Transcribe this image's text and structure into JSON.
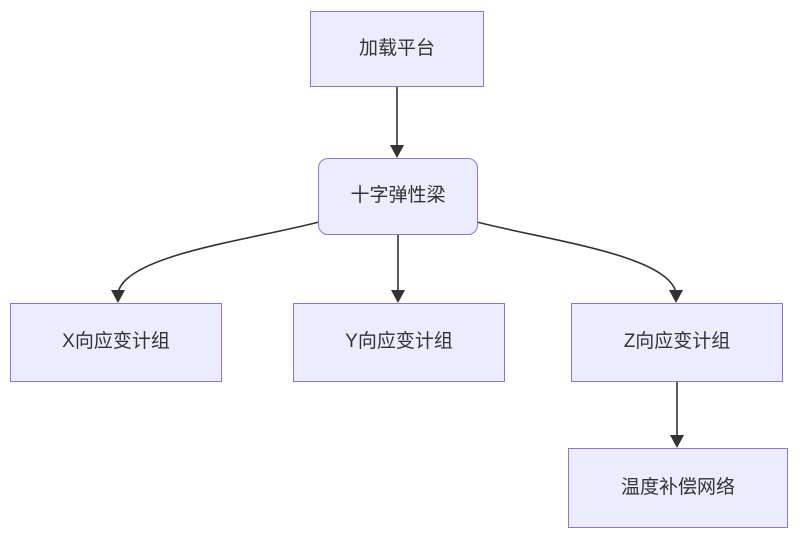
{
  "diagram": {
    "type": "flowchart",
    "direction": "top-down",
    "nodes": [
      {
        "id": "loading-platform",
        "label": "加载平台",
        "shape": "rect"
      },
      {
        "id": "cross-elastic-beam",
        "label": "十字弹性梁",
        "shape": "rounded"
      },
      {
        "id": "x-strain-gauge-group",
        "label": "X向应变计组",
        "shape": "rect"
      },
      {
        "id": "y-strain-gauge-group",
        "label": "Y向应变计组",
        "shape": "rect"
      },
      {
        "id": "z-strain-gauge-group",
        "label": "Z向应变计组",
        "shape": "rect"
      },
      {
        "id": "temperature-compensation-network",
        "label": "温度补偿网络",
        "shape": "rect"
      }
    ],
    "edges": [
      {
        "from": "loading-platform",
        "to": "cross-elastic-beam"
      },
      {
        "from": "cross-elastic-beam",
        "to": "x-strain-gauge-group"
      },
      {
        "from": "cross-elastic-beam",
        "to": "y-strain-gauge-group"
      },
      {
        "from": "cross-elastic-beam",
        "to": "z-strain-gauge-group"
      },
      {
        "from": "z-strain-gauge-group",
        "to": "temperature-compensation-network"
      }
    ],
    "colors": {
      "node_fill": "#ECECFF",
      "node_border": "#9370DB",
      "edge": "#333333",
      "text": "#333333",
      "background": "#FFFFFF"
    }
  }
}
